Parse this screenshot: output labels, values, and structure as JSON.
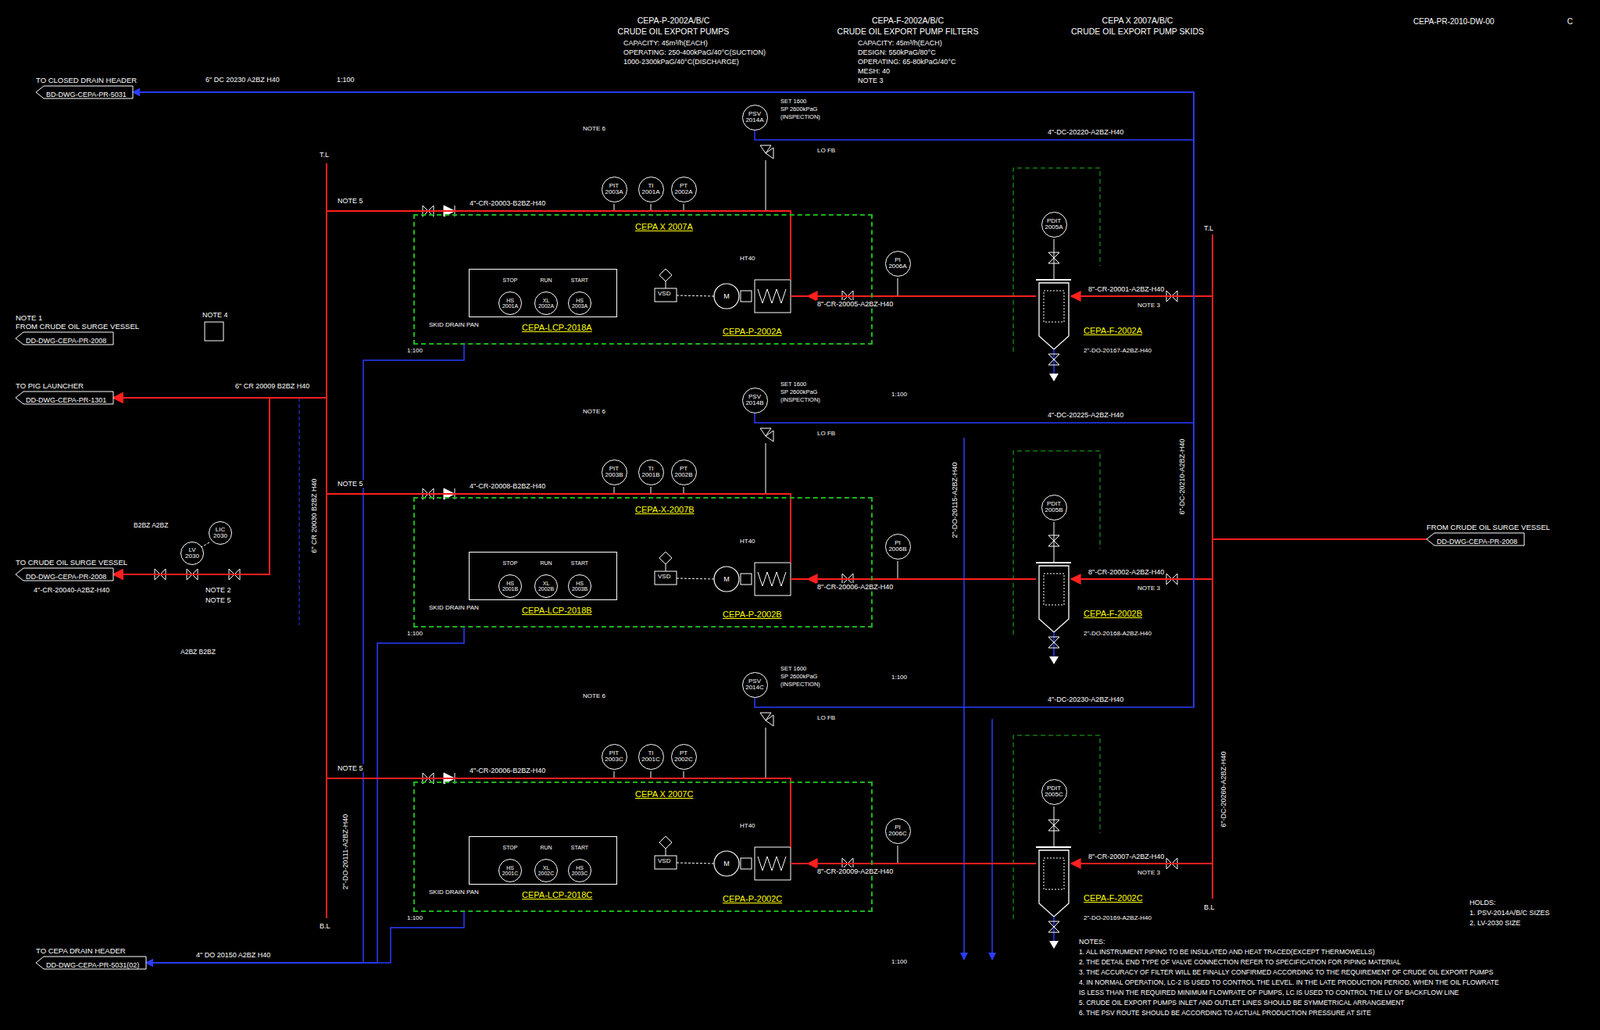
{
  "diagram": {
    "nodes": [
      {
        "text": [
          "CEPA X 2007A"
        ]
      },
      {
        "text": [
          "CEPA-LCP-2018A"
        ],
        "in": 0
      },
      {
        "text": [
          "HS 2001A"
        ],
        "in": 1
      },
      {
        "text": [
          "XL 2002A"
        ],
        "in": 1
      },
      {
        "text": [
          "HS 2003A"
        ],
        "in": 1
      },
      {
        "text": [
          "CEPA-P-2002A"
        ],
        "in": 0
      },
      {
        "text": [
          "CEPA-F-2002A"
        ]
      },
      {
        "text": [
          "PSV 2014A"
        ]
      },
      {
        "text": [
          "PIT 2003A"
        ]
      },
      {
        "text": [
          "TI 2001A"
        ]
      },
      {
        "text": [
          "PT 2002A"
        ]
      },
      {
        "text": [
          "PI 2006A"
        ]
      },
      {
        "text": [
          "PDIT 2005A"
        ]
      },
      {
        "text": [
          "CEPA-X-2007B"
        ]
      },
      {
        "text": [
          "CEPA-LCP-2018B"
        ],
        "in": 13
      },
      {
        "text": [
          "HS 2001B"
        ],
        "in": 14
      },
      {
        "text": [
          "XL 2002B"
        ],
        "in": 14
      },
      {
        "text": [
          "HS 2003B"
        ],
        "in": 14
      },
      {
        "text": [
          "CEPA-P-2002B"
        ],
        "in": 13
      },
      {
        "text": [
          "CEPA-F-2002B"
        ]
      },
      {
        "text": [
          "PSV 2014B"
        ]
      },
      {
        "text": [
          "PIT 2003B"
        ]
      },
      {
        "text": [
          "TI 2001B"
        ]
      },
      {
        "text": [
          "PT 2002B"
        ]
      },
      {
        "text": [
          "PI 2006B"
        ]
      },
      {
        "text": [
          "PDIT 2005B"
        ]
      },
      {
        "text": [
          "CEPA X 2007C"
        ]
      },
      {
        "text": [
          "CEPA-LCP-2018C"
        ],
        "in": 26
      },
      {
        "text": [
          "HS 2001C"
        ],
        "in": 27
      },
      {
        "text": [
          "XL 2002C"
        ],
        "in": 27
      },
      {
        "text": [
          "HS 2003C"
        ],
        "in": 27
      },
      {
        "text": [
          "CEPA-P-2002C"
        ],
        "in": 26
      },
      {
        "text": [
          "CEPA-F-2002C"
        ]
      },
      {
        "text": [
          "PSV 2014C"
        ]
      },
      {
        "text": [
          "PIT 2003C"
        ]
      },
      {
        "text": [
          "TI 2001C"
        ]
      },
      {
        "text": [
          "PT 2002C"
        ]
      },
      {
        "text": [
          "PI 2006C"
        ]
      },
      {
        "text": [
          "PDIT 2005C"
        ]
      },
      {
        "text": [
          "TO CLOSED DRAIN HEADER",
          "BD-DWG-CEPA-PR-5031"
        ]
      },
      {
        "text": [
          "TO PIG LAUNCHER",
          "DD-DWG-CEPA-PR-1301"
        ]
      },
      {
        "text": [
          "TO CRUDE OIL SURGE VESSEL",
          "DD-DWG-CEPA-PR-2008"
        ]
      },
      {
        "text": [
          "TO CEPA DRAIN HEADER",
          "DD-DWG-CEPA-PR-5031(02)"
        ]
      },
      {
        "text": [
          "NOTE 1",
          "FROM CRUDE OIL SURGE VESSEL",
          "DD-DWG-CEPA-PR-2008"
        ]
      },
      {
        "text": [
          "FROM CRUDE OIL SURGE VESSEL",
          "DD-DWG-CEPA-PR-2008"
        ]
      },
      {
        "text": [
          "LIC 2030"
        ]
      },
      {
        "text": [
          "LV 2030"
        ]
      }
    ],
    "edges": [
      {
        "from": 44,
        "to": 6,
        "arrow": "to",
        "label": "8\"-CR-20001-A2BZ-H40"
      },
      {
        "from": 6,
        "to": 5,
        "arrow": "to",
        "label": "8\"-CR-20005-A2BZ-H40"
      },
      {
        "from": 5,
        "to": 40,
        "arrow": "to",
        "label": "4\"-CR-20003-B2BZ-H40"
      },
      {
        "from": 5,
        "to": 41,
        "arrow": "to"
      },
      {
        "from": 0,
        "to": 42,
        "arrow": "to",
        "label": "4\" DO 20150 A2BZ H40"
      },
      {
        "from": 7,
        "to": 39,
        "arrow": "to",
        "label": "4\"-DC-20220-A2BZ-H40"
      },
      {
        "from": 44,
        "to": 19,
        "arrow": "to",
        "label": "8\"-CR-20002-A2BZ-H40"
      },
      {
        "from": 19,
        "to": 18,
        "arrow": "to",
        "label": "8\"-CR-20006-A2BZ-H40"
      },
      {
        "from": 18,
        "to": 40,
        "arrow": "to",
        "label": "4\"-CR-20008-B2BZ-H40"
      },
      {
        "from": 18,
        "to": 41,
        "arrow": "to"
      },
      {
        "from": 13,
        "to": 42,
        "arrow": "to"
      },
      {
        "from": 20,
        "to": 39,
        "arrow": "to",
        "label": "4\"-DC-20225-A2BZ-H40"
      },
      {
        "from": 44,
        "to": 32,
        "arrow": "to",
        "label": "8\"-CR-20007-A2BZ-H40"
      },
      {
        "from": 32,
        "to": 31,
        "arrow": "to",
        "label": "8\"-CR-20009-A2BZ-H40"
      },
      {
        "from": 31,
        "to": 40,
        "arrow": "to",
        "label": "4\"-CR-20006-B2BZ-H40"
      },
      {
        "from": 31,
        "to": 41,
        "arrow": "to"
      },
      {
        "from": 26,
        "to": 42,
        "arrow": "to"
      },
      {
        "from": 33,
        "to": 39,
        "arrow": "to",
        "label": "4\"-DC-20230-A2BZ-H40"
      }
    ],
    "labels": [
      "CEPA-P-2002A/B/C",
      "CRUDE OIL EXPORT PUMPS",
      "CAPACITY: 45m³/h(EACH)",
      "OPERATING: 250-400kPaG/40°C(SUCTION)",
      "1000-2300kPaG/40°C(DISCHARGE)",
      "CEPA-F-2002A/B/C",
      "CRUDE OIL EXPORT PUMP FILTERS",
      "CAPACITY: 45m³/h(EACH)",
      "DESIGN: 550kPaG/80°C",
      "OPERATING: 65-80kPaG/40°C",
      "MESH: 40",
      "NOTE 3",
      "CEPA X 2007A/B/C",
      "CRUDE OIL EXPORT PUMP SKIDS",
      "CEPA-PR-2010-DW-00",
      "C",
      "6\" DC 20230 A2BZ H40",
      "1:100",
      "T.L",
      "B.L",
      "T.L",
      "B.L",
      "NOTE 4",
      "6\" CR 20009 B2BZ H40",
      "6\" CR 20030 B2BZ H40",
      "B2BZ A2BZ",
      "NOTE 2",
      "NOTE 5",
      "4\"-CR-20040-A2BZ-H40",
      "A2BZ B2BZ",
      "2\"-DO-20111-A2BZ-H40",
      "6\"-DC-20210-A2BZ-H40",
      "6\"-DC-20260-A2BZ-H40",
      "2\"-DO-20115-A2BZ-H40",
      "HOLDS:",
      "1. PSV-2014A/B/C SIZES",
      "2. LV-2030 SIZE",
      "NOTES:",
      "1. ALL INSTRUMENT PIPING TO BE INSULATED AND HEAT TRACED(EXCEPT THERMOWELLS)",
      "2. THE DETAIL END TYPE OF VALVE CONNECTION REFER TO SPECIFICATION FOR PIPING MATERIAL",
      "3. THE ACCURACY OF FILTER WILL BE FINALLY CONFIRMED ACCORDING TO THE REQUIREMENT OF CRUDE OIL EXPORT PUMPS",
      "4. IN NORMAL OPERATION, LC-2 IS USED TO CONTROL THE LEVEL. IN THE LATE PRODUCTION PERIOD, WHEN THE OIL FLOWRATE",
      "IS LESS THAN THE REQUIRED MINIMUM FLOWRATE OF PUMPS, LC IS USED TO CONTROL THE LV OF BACKFLOW LINE",
      "5. CRUDE OIL EXPORT PUMPS INLET AND OUTLET LINES SHOULD BE SYMMETRICAL ARRANGEMENT",
      "6. THE PSV ROUTE SHOULD BE ACCORDING TO ACTUAL PRODUCTION PRESSURE AT SITE",
      "STOP",
      "RUN",
      "START",
      "SKID DRAIN PAN",
      "VSD",
      "M",
      "NOTE 5",
      "NOTE 6",
      "SET 1600",
      "SP 2600kPaG",
      "(INSPECTION)",
      "LO FB",
      "HT40",
      "NOTE 3",
      "2\"-DO-20167-A2BZ-H40",
      "1:100",
      "1:100",
      "STOP",
      "RUN",
      "START",
      "SKID DRAIN PAN",
      "VSD",
      "M",
      "NOTE 5",
      "NOTE 6",
      "SET 1600",
      "SP 2600kPaG",
      "(INSPECTION)",
      "LO FB",
      "HT40",
      "NOTE 3",
      "2\"-DO-20168-A2BZ-H40",
      "1:100",
      "1:100",
      "STOP",
      "RUN",
      "START",
      "SKID DRAIN PAN",
      "VSD",
      "M",
      "NOTE 5",
      "NOTE 6",
      "SET 1600",
      "SP 2600kPaG",
      "(INSPECTION)",
      "LO FB",
      "HT40",
      "NOTE 3",
      "2\"-DO-20169-A2BZ-H40",
      "1:100",
      "1:100"
    ]
  }
}
